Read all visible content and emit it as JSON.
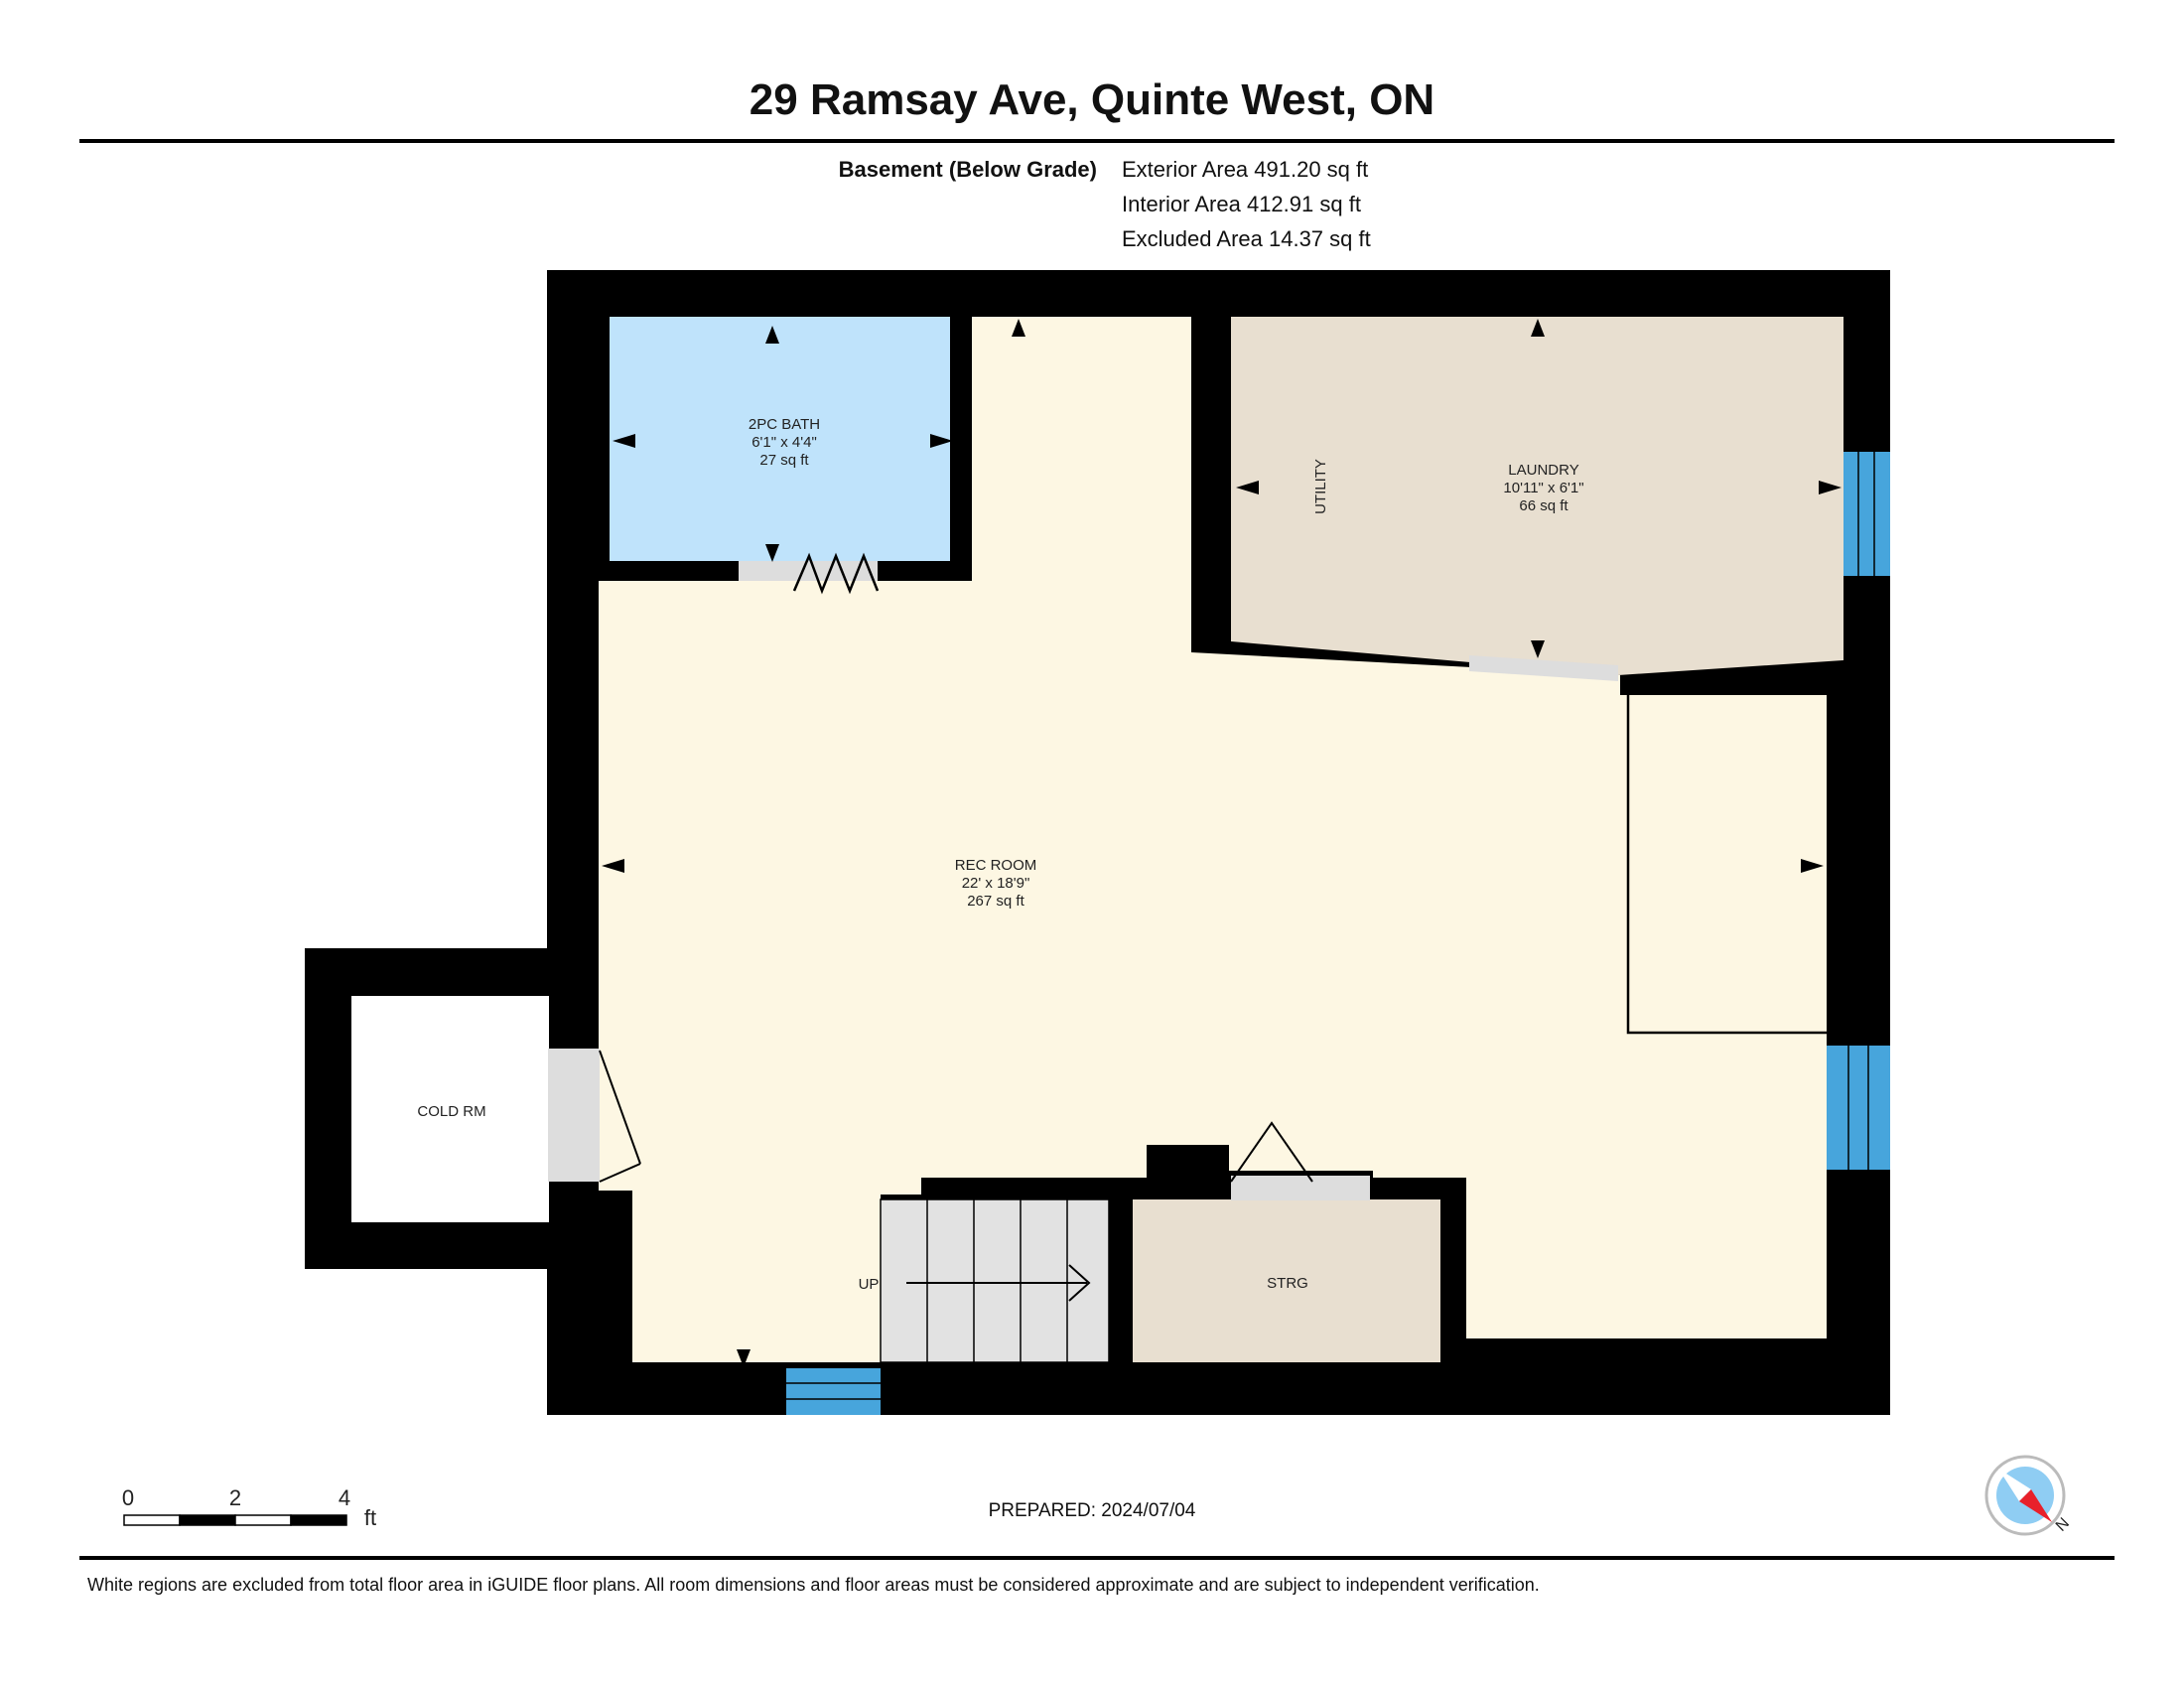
{
  "header": {
    "title": "29 Ramsay Ave, Quinte West, ON",
    "level_label": "Basement (Below Grade)",
    "exterior_area": "Exterior Area 491.20 sq ft",
    "interior_area": "Interior Area 412.91 sq ft",
    "excluded_area": "Excluded Area 14.37 sq ft"
  },
  "rooms": {
    "bath": {
      "name": "2PC BATH",
      "dims": "6'1\" x 4'4\"",
      "area": "27 sq ft"
    },
    "laundry": {
      "name": "LAUNDRY",
      "dims": "10'11\" x 6'1\"",
      "area": "66 sq ft"
    },
    "utility": {
      "name": "UTILITY"
    },
    "rec_room": {
      "name": "REC ROOM",
      "dims": "22' x 18'9\"",
      "area": "267 sq ft"
    },
    "cold_room": {
      "name": "COLD RM"
    },
    "storage": {
      "name": "STRG"
    },
    "stairs": {
      "label": "UP"
    }
  },
  "colors": {
    "wall": "#000000",
    "rec_room": "#fdf7e3",
    "bath": "#bfe3fb",
    "laundry": "#e8dfd0",
    "storage": "#e8dfd0",
    "window": "#47a5dc",
    "door": "#dddddd"
  },
  "scale": {
    "ticks": [
      "0",
      "2",
      "4"
    ],
    "unit": "ft"
  },
  "compass": {
    "label": "N"
  },
  "footer": {
    "prepared": "PREPARED: 2024/07/04",
    "disclaimer": "White regions are excluded from total floor area in iGUIDE floor plans. All room dimensions and floor areas must be considered approximate and are subject to independent verification."
  }
}
